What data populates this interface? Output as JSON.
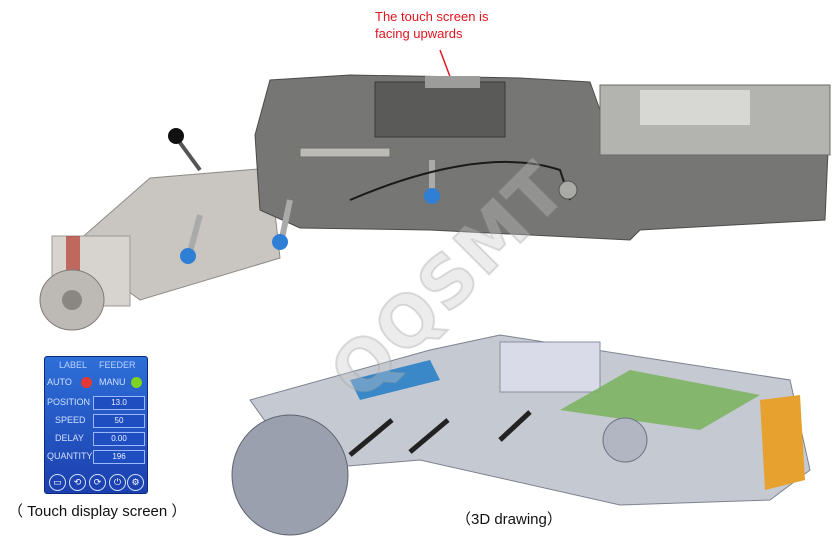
{
  "annotation": {
    "line1": "The touch screen is",
    "line2": "facing upwards",
    "color": "#e0141e"
  },
  "watermark": "QQSMT",
  "touch_screen": {
    "header_left": "LABEL",
    "header_right": "FEEDER",
    "mode_auto": "AUTO",
    "mode_manu": "MANU",
    "auto_color": "#e53935",
    "manu_color": "#7ed321",
    "rows": [
      {
        "label": "POSITION",
        "value": "13.0"
      },
      {
        "label": "SPEED",
        "value": "50"
      },
      {
        "label": "DELAY",
        "value": "0.00"
      },
      {
        "label": "QUANTITY",
        "value": "196"
      }
    ],
    "icons": [
      "monitor-icon",
      "arrow-left-icon",
      "arrow-right-icon",
      "power-icon",
      "gear-icon"
    ]
  },
  "captions": {
    "touch": "（ Touch display screen ）",
    "drawing": "（3D drawing）"
  }
}
